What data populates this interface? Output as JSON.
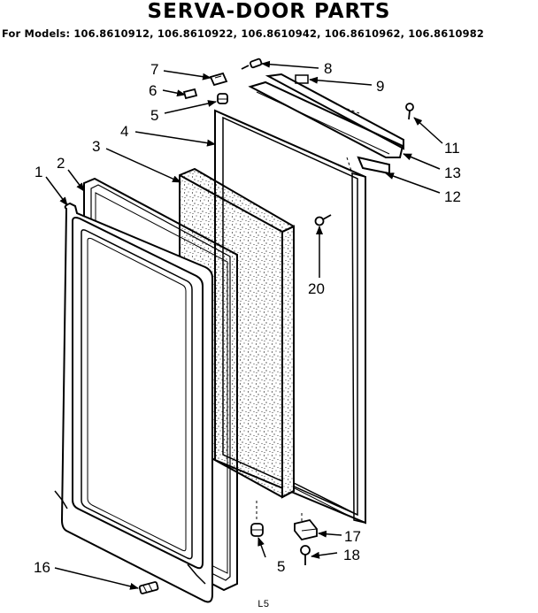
{
  "header": {
    "title": "SERVA-DOOR PARTS",
    "models": "For Models: 106.8610912, 106.8610922, 106.8610942, 106.8610962, 106.8610982"
  },
  "callouts": {
    "c1": "1",
    "c2": "2",
    "c3": "3",
    "c4": "4",
    "c5_top": "5",
    "c5_bottom": "5",
    "c6": "6",
    "c7": "7",
    "c8": "8",
    "c9": "9",
    "c11": "11",
    "c12": "12",
    "c13": "13",
    "c16": "16",
    "c17": "17",
    "c18": "18",
    "c20": "20"
  },
  "footer": {
    "code": "L5"
  }
}
